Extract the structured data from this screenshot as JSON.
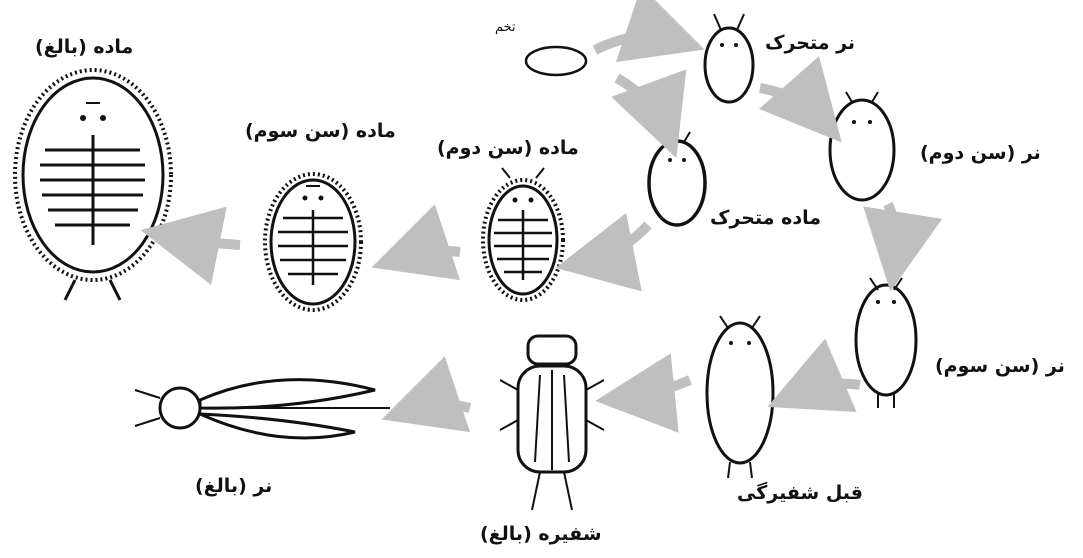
{
  "labels": {
    "egg": "تخم",
    "female_adult": "ماده (بالغ)",
    "female_third": "ماده (سن سوم)",
    "female_second": "ماده (سن دوم)",
    "female_crawler": "ماده متحرک",
    "male_crawler": "نر متحرک",
    "male_second": "نر (سن دوم)",
    "male_third": "نر (سن سوم)",
    "prepupa": "قبل شفیرگی",
    "pupa": "شفیره (بالغ)",
    "male_adult": "نر (بالغ)"
  },
  "colors": {
    "ink": "#111111",
    "arrow": "#bfbfbf",
    "background": "#ffffff"
  },
  "icons": [
    "scale-insect",
    "winged-male",
    "pupa",
    "lifecycle-arrow"
  ]
}
